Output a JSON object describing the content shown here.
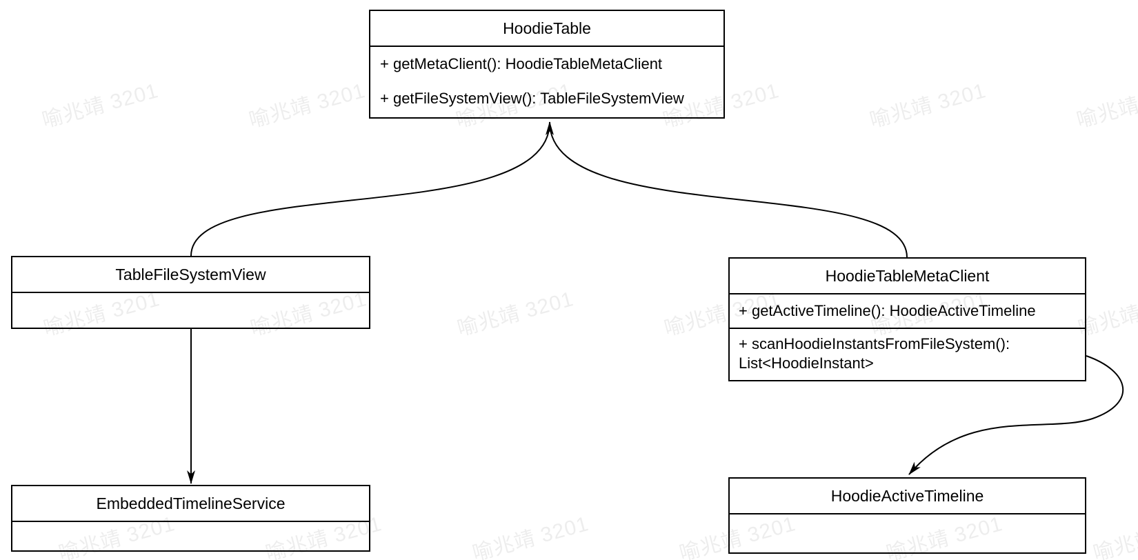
{
  "diagram": {
    "background": "#ffffff",
    "stroke_color": "#000000",
    "box_fill": "#ffffff",
    "classes": [
      {
        "name": "HoodieTable",
        "methods": [
          "+ getMetaClient(): HoodieTableMetaClient",
          "+ getFileSystemView(): TableFileSystemView"
        ]
      },
      {
        "name": "TableFileSystemView",
        "methods": []
      },
      {
        "name": "HoodieTableMetaClient",
        "methods": [
          "+ getActiveTimeline(): HoodieActiveTimeline",
          "+ scanHoodieInstantsFromFileSystem(): List<HoodieInstant>"
        ]
      },
      {
        "name": "EmbeddedTimelineService",
        "methods": []
      },
      {
        "name": "HoodieActiveTimeline",
        "methods": []
      }
    ],
    "relations": [
      {
        "from": "TableFileSystemView",
        "to": "HoodieTable",
        "style": "curved arrow into bottom center of HoodieTable"
      },
      {
        "from": "HoodieTableMetaClient",
        "to": "HoodieTable",
        "style": "curved arrow into bottom center of HoodieTable"
      },
      {
        "from": "TableFileSystemView",
        "to": "EmbeddedTimelineService",
        "style": "straight vertical arrow"
      },
      {
        "from": "HoodieTableMetaClient",
        "to": "HoodieActiveTimeline",
        "style": "s-curve arrow from right edge into top of HoodieActiveTimeline"
      }
    ]
  },
  "watermark": {
    "text": "喻兆靖 3201",
    "color": "rgba(0,0,0,0.07)"
  }
}
